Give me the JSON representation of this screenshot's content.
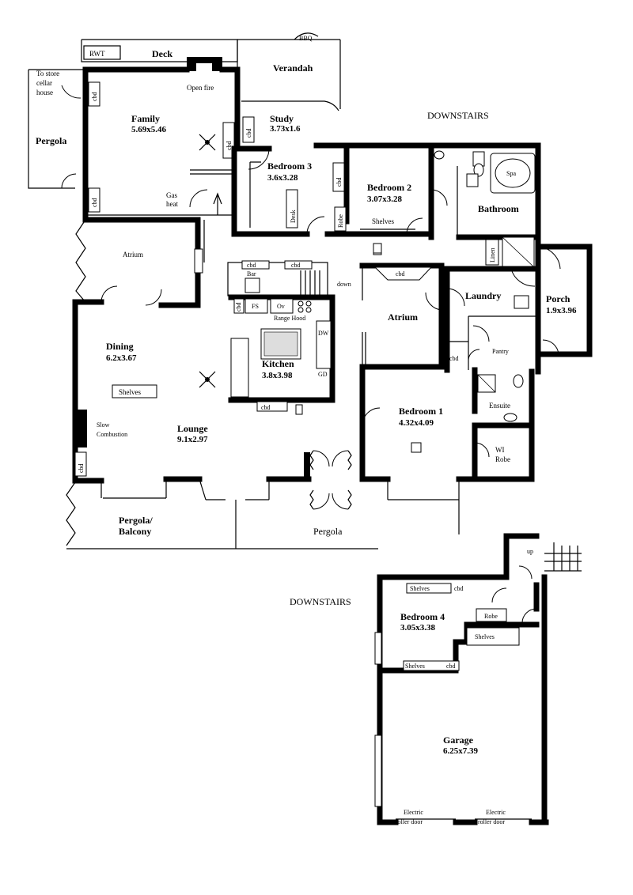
{
  "plan": {
    "headings": {
      "upper": "DOWNSTAIRS",
      "lower": "DOWNSTAIRS"
    },
    "rooms": {
      "family": {
        "name": "Family",
        "dims": "5.69x5.46"
      },
      "study": {
        "name": "Study",
        "dims": "3.73x1.6"
      },
      "bedroom3": {
        "name": "Bedroom 3",
        "dims": "3.6x3.28"
      },
      "bedroom2": {
        "name": "Bedroom 2",
        "dims": "3.07x3.28"
      },
      "bathroom": {
        "name": "Bathroom"
      },
      "porch": {
        "name": "Porch",
        "dims": "1.9x3.96"
      },
      "laundry": {
        "name": "Laundry"
      },
      "atrium_right": {
        "name": "Atrium"
      },
      "atrium_left": {
        "name": "Atrium"
      },
      "dining": {
        "name": "Dining",
        "dims": "6.2x3.67"
      },
      "kitchen": {
        "name": "Kitchen",
        "dims": "3.8x3.98"
      },
      "lounge": {
        "name": "Lounge",
        "dims": "9.1x2.97"
      },
      "bedroom1": {
        "name": "Bedroom 1",
        "dims": "4.32x4.09"
      },
      "ensuite": {
        "name": "Ensuite"
      },
      "wirobe": {
        "line1": "WI",
        "line2": "Robe"
      },
      "bedroom4": {
        "name": "Bedroom 4",
        "dims": "3.05x3.38"
      },
      "garage": {
        "name": "Garage",
        "dims": "6.25x7.39"
      }
    },
    "outdoor": {
      "deck": "Deck",
      "verandah": "Verandah",
      "pergola_left": "Pergola",
      "pergola_balcony_1": "Pergola/",
      "pergola_balcony_2": "Balcony",
      "pergola_front": "Pergola",
      "store_1": "To store",
      "store_2": "cellar",
      "store_3": "house",
      "rwt": "RWT",
      "bbq": "BBQ"
    },
    "fixtures": {
      "open_fire": "Open fire",
      "gas_1": "Gas",
      "gas_2": "heat",
      "cbd": "cbd",
      "robe": "Robe",
      "desk": "Desk",
      "shelves": "Shelves",
      "spa": "Spa",
      "linen": "Linen",
      "bar": "Bar",
      "fs": "FS",
      "ov": "Ov",
      "range_hood": "Range Hood",
      "dw": "DW",
      "gd": "GD",
      "down": "down",
      "pantry": "Pantry",
      "slow_1": "Slow",
      "slow_2": "Combustion",
      "roller_1": "Electric",
      "roller_2": "roller door",
      "up": "up"
    }
  }
}
